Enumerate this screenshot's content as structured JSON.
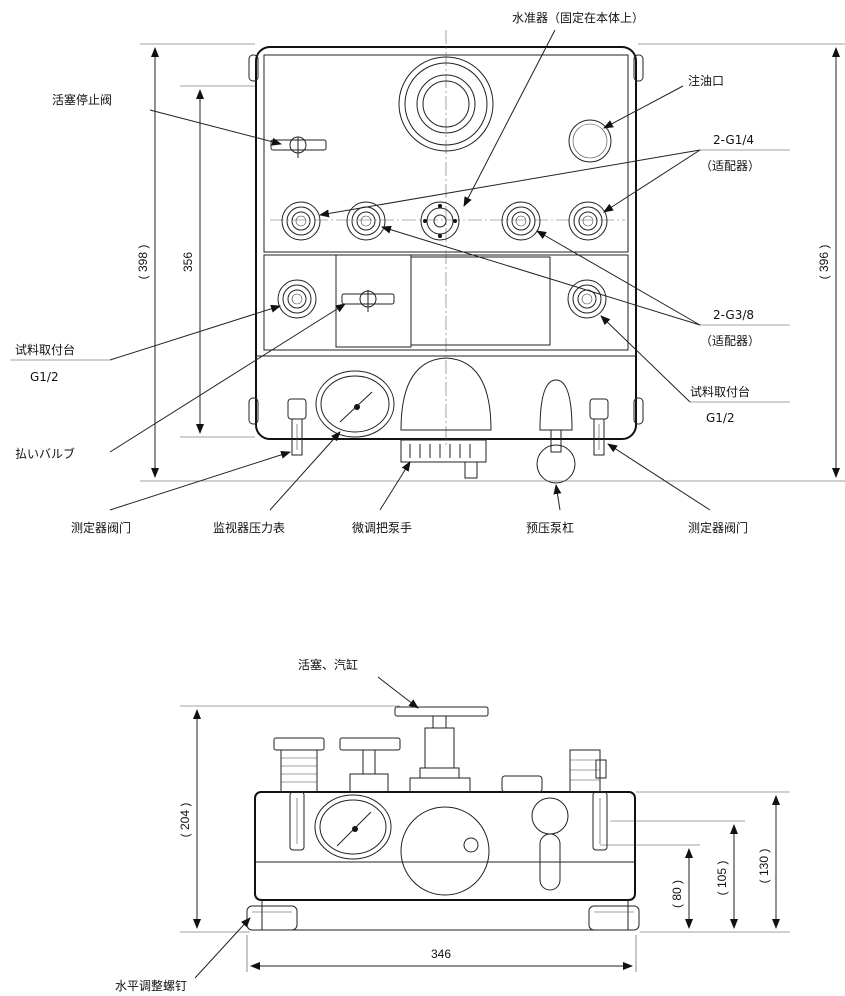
{
  "top_view": {
    "labels": {
      "level": "水准器（固定在本体上）",
      "oil_port": "注油口",
      "piston_stop_valve": "活塞停止阀",
      "port_g14": "2-G1/4",
      "adapter_1": "（适配器）",
      "port_g38": "2-G3/8",
      "adapter_2": "（适配器）",
      "sample_mount_left": "试料取付台",
      "sample_mount_left_thread": "G1/2",
      "sample_mount_right": "试料取付台",
      "sample_mount_right_thread": "G1/2",
      "release_valve": "払いバルブ",
      "gauge_valve_left": "测定器阀门",
      "monitor_gauge": "监视器压力表",
      "fine_adjust_handle": "微调把泵手",
      "prepress_lever": "预压泵杠",
      "gauge_valve_right": "测定器阀门"
    },
    "dims": {
      "left_outer": "( 398 )",
      "left_inner": "356",
      "right": "( 396 )"
    }
  },
  "side_view": {
    "labels": {
      "piston_cylinder": "活塞、汽缸",
      "leveling_screw": "水平调整螺钉"
    },
    "dims": {
      "height_total": "( 204 )",
      "h130": "( 130 )",
      "h105": "( 105 )",
      "h80": "( 80 )",
      "width": "346"
    }
  }
}
